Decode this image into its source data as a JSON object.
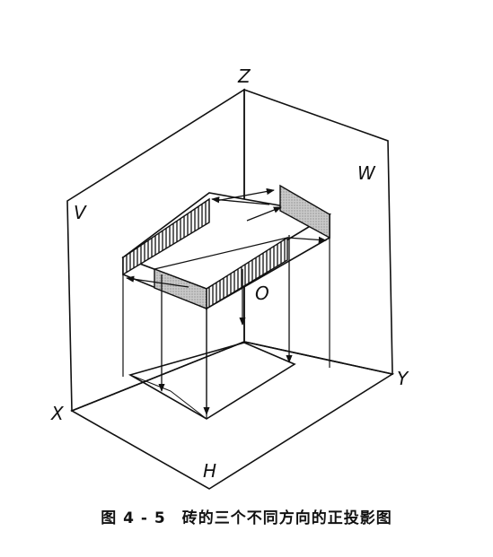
{
  "labels": {
    "z": "Z",
    "w": "W",
    "v": "V",
    "o": "O",
    "x": "X",
    "y": "Y",
    "h": "H"
  },
  "caption": {
    "number": "图 4 - 5",
    "text": "砖的三个不同方向的正投影图"
  }
}
